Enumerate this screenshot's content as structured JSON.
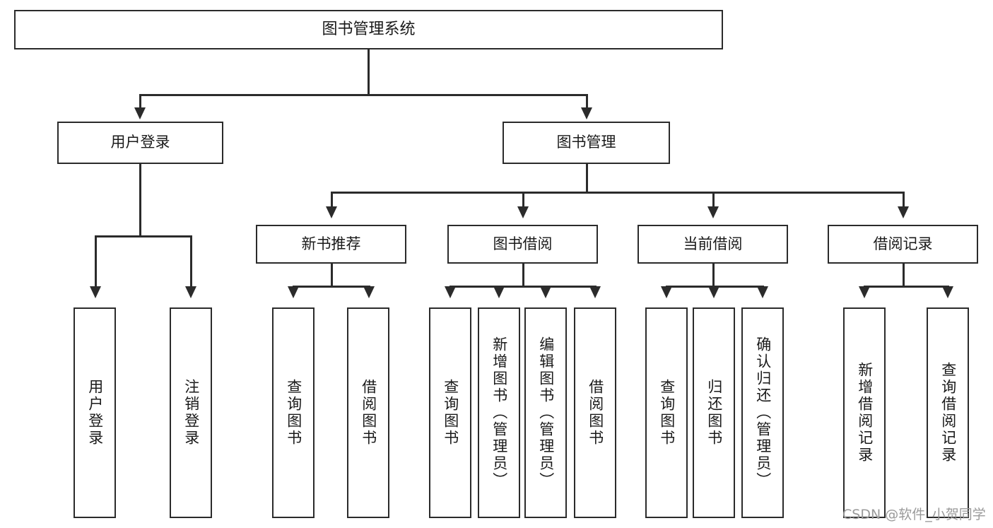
{
  "diagram": {
    "title": "图书管理系统",
    "watermark": "CSDN @软件_小贺同学",
    "colors": {
      "stroke": "#2b2b2b",
      "fill": "#ffffff",
      "text": "#1a1a1a",
      "watermark": "#9a9a9a"
    },
    "root": {
      "label": "图书管理系统"
    },
    "level2": [
      {
        "label": "用户登录"
      },
      {
        "label": "图书管理"
      }
    ],
    "level3": [
      {
        "label": "新书推荐"
      },
      {
        "label": "图书借阅"
      },
      {
        "label": "当前借阅"
      },
      {
        "label": "借阅记录"
      }
    ],
    "leaves": {
      "user_login": [
        {
          "label": "用户登录"
        },
        {
          "label": "注销登录"
        }
      ],
      "new_book": [
        {
          "label": "查询图书"
        },
        {
          "label": "借阅图书"
        }
      ],
      "borrow": [
        {
          "label": "查询图书"
        },
        {
          "label": "新增图书（管理员）"
        },
        {
          "label": "编辑图书（管理员）"
        },
        {
          "label": "借阅图书"
        }
      ],
      "current": [
        {
          "label": "查询图书"
        },
        {
          "label": "归还图书"
        },
        {
          "label": "确认归还（管理员）"
        }
      ],
      "records": [
        {
          "label": "新增借阅记录"
        },
        {
          "label": "查询借阅记录"
        }
      ]
    }
  }
}
